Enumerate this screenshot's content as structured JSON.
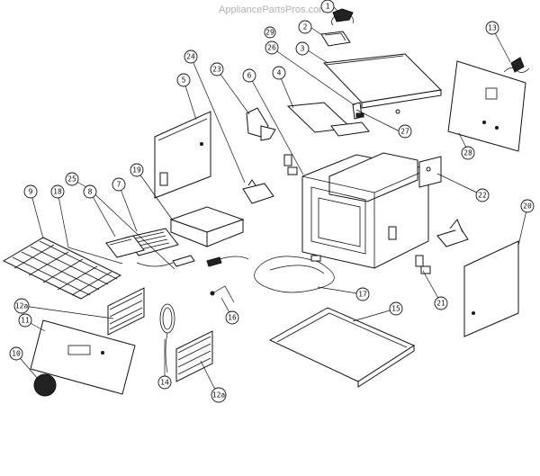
{
  "watermark": "AppliancePartsPros.com",
  "callouts": [
    "1",
    "2",
    "3",
    "4",
    "5",
    "6",
    "7",
    "8",
    "9",
    "10",
    "11",
    "12a",
    "12a",
    "13",
    "14",
    "15",
    "16",
    "17",
    "18",
    "19",
    "20",
    "21",
    "22",
    "23",
    "24",
    "25",
    "26",
    "27",
    "28",
    "29"
  ]
}
